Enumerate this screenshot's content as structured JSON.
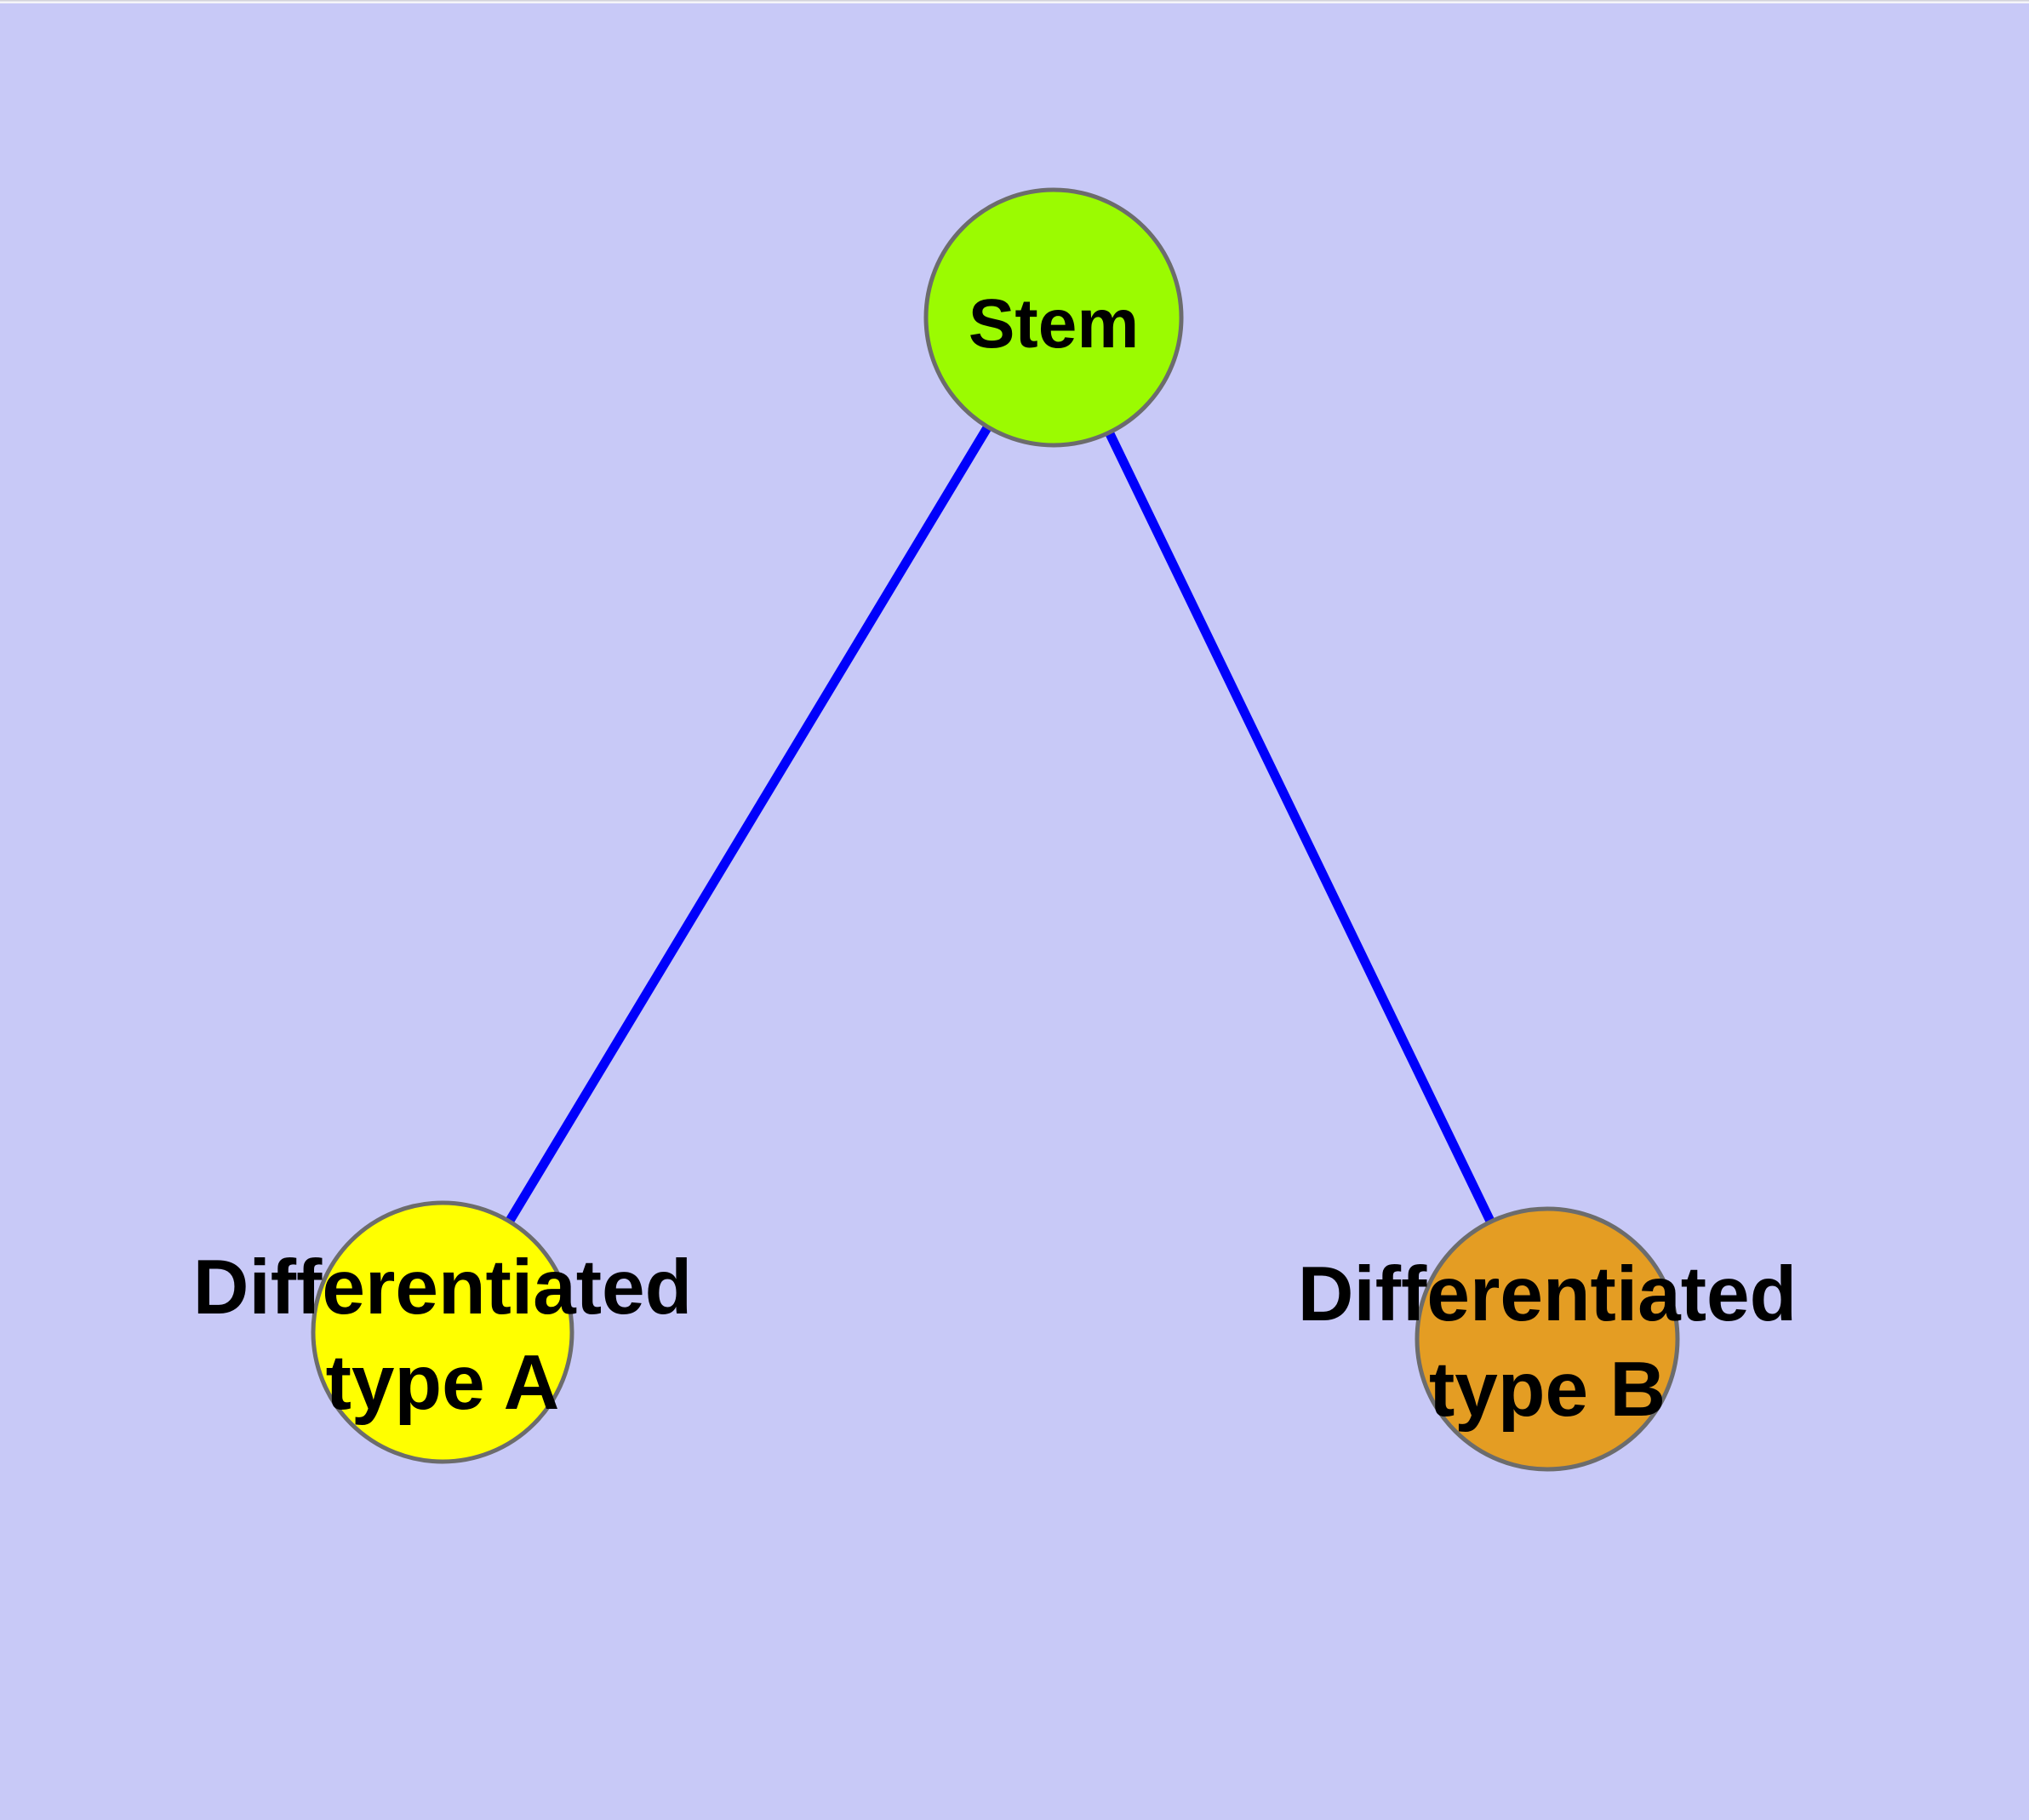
{
  "diagram": {
    "type": "graph",
    "background_color": "#C8C9F7",
    "top_edge_hairline_color": "#D3D3DA",
    "top_edge_strip_color": "#F4F4F9",
    "edge_color": "#0000FB",
    "node_border_color": "#6C6C6C",
    "label_color": "#000000",
    "nodes": [
      {
        "id": "stem",
        "label": "Stem",
        "fill": "#9BFB01"
      },
      {
        "id": "type-a",
        "label_line1": "Differentiated",
        "label_line2": "type A",
        "fill": "#FFFF00"
      },
      {
        "id": "type-b",
        "label_line1": "Differentiated",
        "label_line2": "type B",
        "fill": "#E49D23"
      }
    ],
    "edges": [
      {
        "from": "stem",
        "to": "type-a"
      },
      {
        "from": "stem",
        "to": "type-b"
      }
    ]
  }
}
